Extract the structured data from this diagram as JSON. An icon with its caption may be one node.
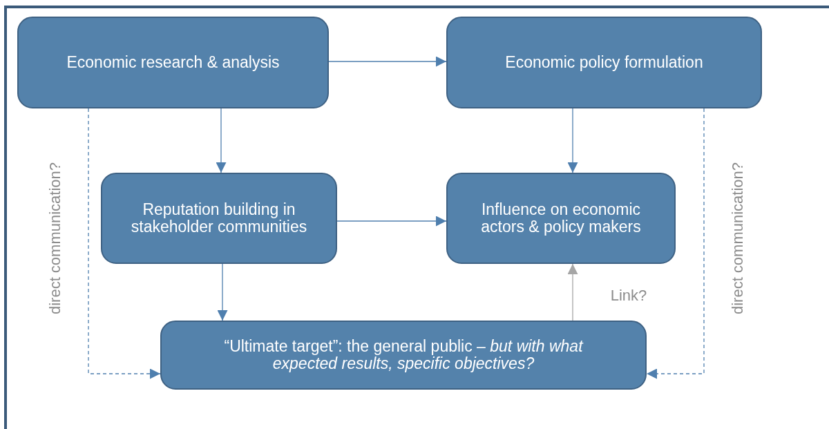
{
  "diagram": {
    "nodes": [
      {
        "text": [
          "Economic research & analysis"
        ]
      },
      {
        "text": [
          "Economic policy formulation"
        ]
      },
      {
        "text": [
          "Reputation building in stakeholder communities"
        ]
      },
      {
        "text": [
          "Influence on economic actors & policy makers"
        ]
      },
      {
        "text": [
          "“Ultimate target”: the general public – *but with what expected results, specific objectives?*"
        ]
      }
    ],
    "edges": [
      {
        "from": 0,
        "to": 1,
        "arrow": "to"
      },
      {
        "from": 0,
        "to": 2,
        "arrow": "to"
      },
      {
        "from": 1,
        "to": 3,
        "arrow": "to"
      },
      {
        "from": 2,
        "to": 3,
        "arrow": "to"
      },
      {
        "from": 2,
        "to": 4,
        "arrow": "to"
      },
      {
        "from": 4,
        "to": 3,
        "arrow": "to",
        "label": "Link?",
        "color": "#a6a6a6"
      },
      {
        "from": 0,
        "to": 4,
        "arrow": "to",
        "label": "direct communication?",
        "style": "dashed"
      },
      {
        "from": 1,
        "to": 4,
        "arrow": "to",
        "label": "direct communication?",
        "style": "dashed"
      }
    ]
  }
}
